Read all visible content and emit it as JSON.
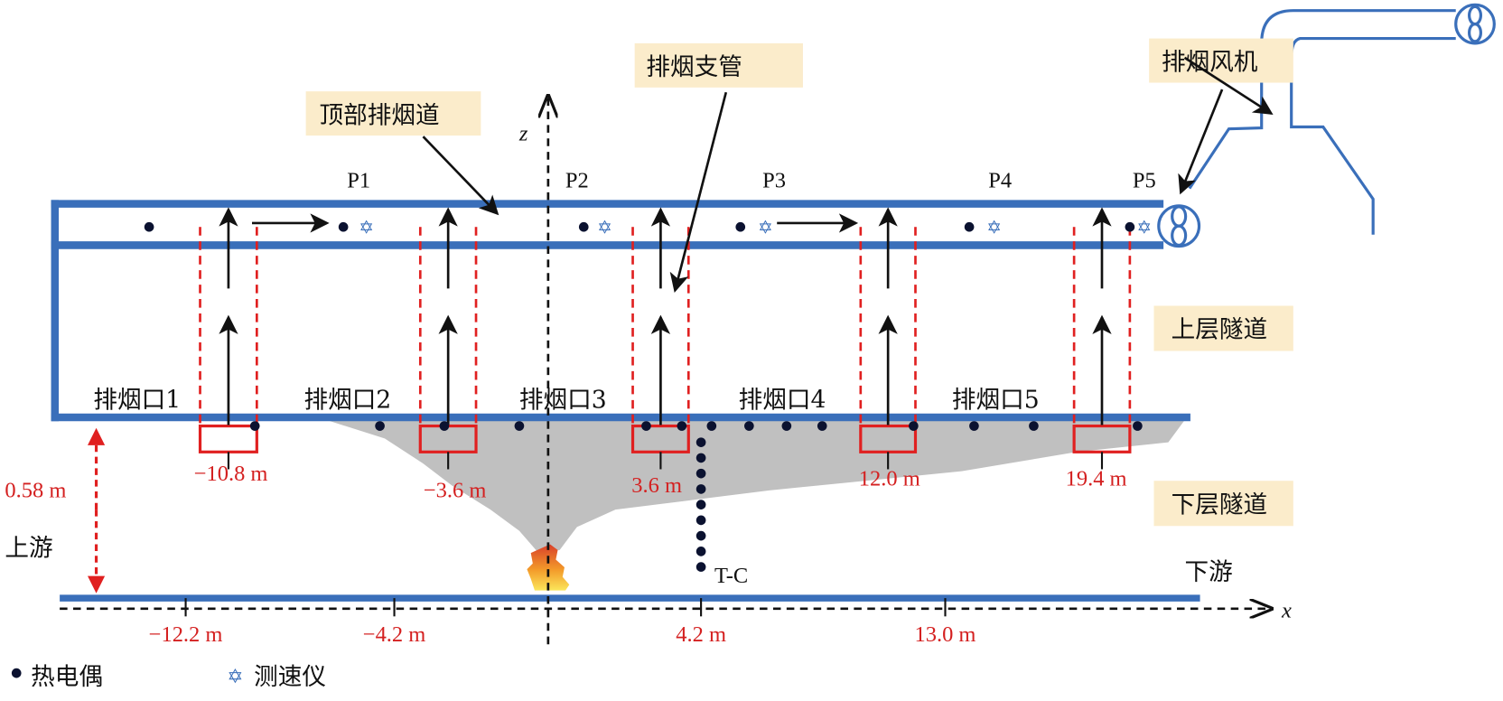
{
  "callouts": {
    "top_duct": "顶部排烟道",
    "branch_pipe": "排烟支管",
    "exhaust_fan": "排烟风机",
    "upper_tunnel": "上层隧道",
    "lower_tunnel": "下层隧道"
  },
  "points": [
    "P1",
    "P2",
    "P3",
    "P4",
    "P5"
  ],
  "vents": [
    "排烟口1",
    "排烟口2",
    "排烟口3",
    "排烟口4",
    "排烟口5"
  ],
  "vent_positions": [
    "−10.8 m",
    "−3.6 m",
    "3.6 m",
    "12.0 m",
    "19.4 m"
  ],
  "axis_ticks": [
    "−12.2 m",
    "−4.2 m",
    "4.2 m",
    "13.0 m"
  ],
  "axis": {
    "x": "x",
    "z": "z"
  },
  "height_label": "0.58 m",
  "upstream": "上游",
  "downstream": "下游",
  "tc_label": "T-C",
  "legend": {
    "thermocouple": "热电偶",
    "anemometer": "测速仪"
  },
  "colors": {
    "duct": "#3a6fba",
    "red": "#e02020",
    "callout_bg": "#fbeccb",
    "smoke": "#c0c0c0"
  }
}
